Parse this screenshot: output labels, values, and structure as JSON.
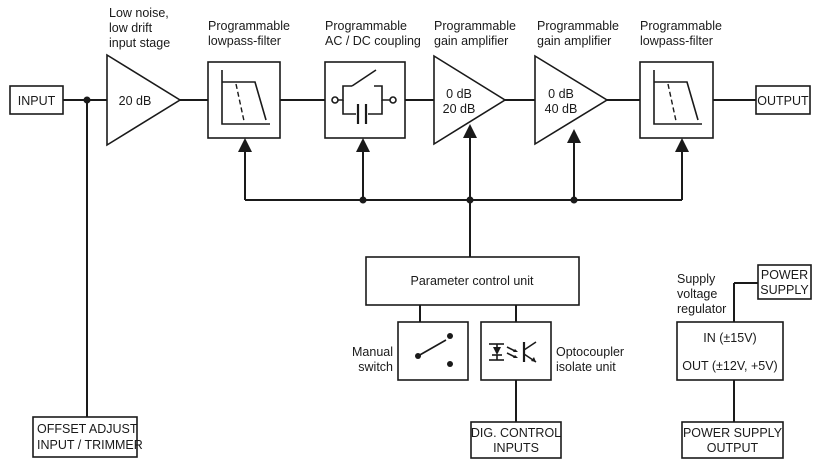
{
  "input_label": "INPUT",
  "output_label": "OUTPUT",
  "input_stage": {
    "caption": [
      "Low noise,",
      "low drift",
      "input stage"
    ],
    "gain": "20 dB"
  },
  "lowpass_filter_1": {
    "caption": [
      "Programmable",
      "lowpass-filter"
    ]
  },
  "coupling": {
    "caption": [
      "Programmable",
      "AC / DC coupling"
    ]
  },
  "gain_amp_1": {
    "caption": [
      "Programmable",
      "gain amplifier"
    ],
    "gains": [
      "0 dB",
      "20 dB"
    ]
  },
  "gain_amp_2": {
    "caption": [
      "Programmable",
      "gain amplifier"
    ],
    "gains": [
      "0 dB",
      "40 dB"
    ]
  },
  "lowpass_filter_2": {
    "caption": [
      "Programmable",
      "lowpass-filter"
    ]
  },
  "parameter_control_unit": "Parameter control unit",
  "manual_switch": [
    "Manual",
    "switch"
  ],
  "optocoupler": [
    "Optocoupler",
    "isolate unit"
  ],
  "dig_control_inputs": [
    "DIG. CONTROL",
    "INPUTS"
  ],
  "offset_adjust": [
    "OFFSET ADJUST",
    "INPUT / TRIMMER"
  ],
  "supply_regulator": {
    "caption": [
      "Supply",
      "voltage",
      "regulator"
    ],
    "in": "IN (±15V)",
    "out": "OUT (±12V, +5V)"
  },
  "power_supply": [
    "POWER",
    "SUPPLY"
  ],
  "power_supply_output": [
    "POWER SUPPLY",
    "OUTPUT"
  ]
}
